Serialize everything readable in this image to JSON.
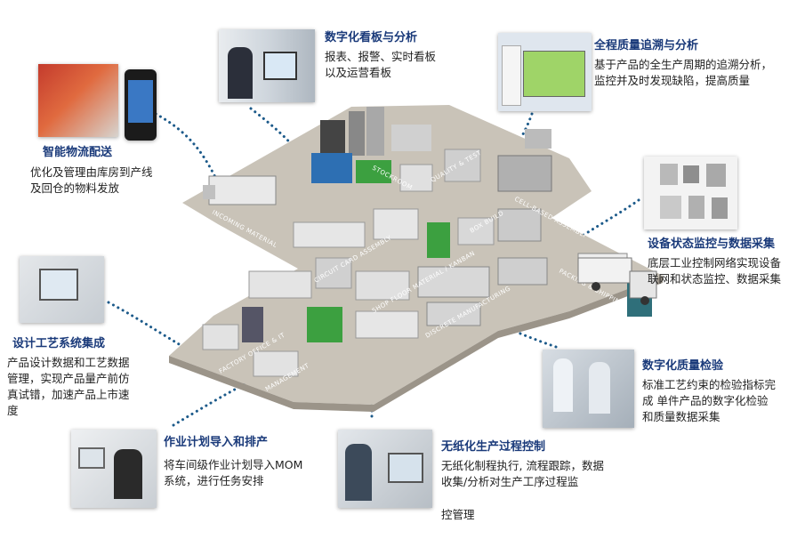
{
  "colors": {
    "title": "#1a3a7a",
    "dots": "#1c5a8a",
    "floor": "#b9b3a8"
  },
  "modules": [
    {
      "id": "logistics",
      "title": "智能物流配送",
      "desc": [
        "优化及管理由库房到产线",
        "及回仓的物料发放"
      ]
    },
    {
      "id": "dashboard",
      "title": "数字化看板与分析",
      "desc": [
        "报表、报警、实时看板",
        "以及运营看板"
      ]
    },
    {
      "id": "quality_trace",
      "title": "全程质量追溯与分析",
      "desc": [
        "基于产品的全生产周期的追溯分析，",
        "监控并及时发现缺陷，提高质量"
      ]
    },
    {
      "id": "equipment",
      "title": "设备状态监控与数据采集",
      "desc": [
        "底层工业控制网络实现设备",
        "联网和状态监控、数据采集"
      ]
    },
    {
      "id": "design",
      "title": "设计工艺系统集成",
      "desc": [
        "产品设计数据和工艺数据",
        "管理，实现产品量产前仿",
        "真试错，加速产品上市速",
        "度"
      ]
    },
    {
      "id": "inspection",
      "title": "数字化质量检验",
      "desc": [
        "标准工艺约束的检验指标完",
        "成 单件产品的数字化检验",
        "和质量数据采集"
      ]
    },
    {
      "id": "scheduling",
      "title": "作业计划导入和排产",
      "desc": [
        "将车间级作业计划导入MOM",
        "系统，进行任务安排"
      ]
    },
    {
      "id": "paperless",
      "title": "无纸化生产过程控制",
      "desc": [
        "无纸化制程执行, 流程跟踪，数据",
        "收集/分析对生产工序过程监"
      ],
      "extra": "控管理"
    }
  ],
  "floor_labels": [
    "INCOMING MATERIAL",
    "STOCKROOM",
    "QUALITY & TEST",
    "CELL-BASED ASSEMBLY",
    "CIRCUIT CARD ASSEMBLY",
    "BOX BUILD",
    "SHOP FLOOR MATERIAL / KANBAN",
    "DISCRETE MANUFACTURING",
    "PACKING & SHIPPING",
    "FACTORY OFFICE & IT",
    "MANAGEMENT"
  ]
}
